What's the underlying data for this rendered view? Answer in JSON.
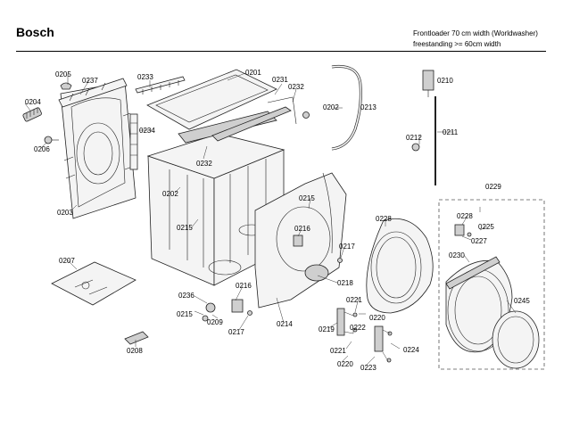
{
  "header": {
    "brand": "Bosch",
    "line1": "Frontloader 70 cm width (Worldwasher)",
    "line2": "freestanding >= 60cm width"
  },
  "labels": {
    "l0205": "0205",
    "l0237": "0237",
    "l0233": "0233",
    "l0201": "0201",
    "l0231": "0231",
    "l0232a": "0232",
    "l0202a": "0202",
    "l0213": "0213",
    "l0210": "0210",
    "l0204": "0204",
    "l0206": "0206",
    "l0234": "0234",
    "l0212": "0212",
    "l0211": "0211",
    "l0232b": "0232",
    "l0203": "0203",
    "l0202b": "0202",
    "l0215a": "0215",
    "l0215b": "0215",
    "l0216a": "0216",
    "l0229": "0229",
    "l0228a": "0228",
    "l0228b": "0228",
    "l0225": "0225",
    "l0227": "0227",
    "l0230": "0230",
    "l0217a": "0217",
    "l0207": "0207",
    "l0218": "0218",
    "l0216b": "0216",
    "l0236": "0236",
    "l0215c": "0215",
    "l0209": "0209",
    "l0221a": "0221",
    "l0220a": "0220",
    "l0245": "0245",
    "l0219": "0219",
    "l0222": "0222",
    "l0217b": "0217",
    "l0214": "0214",
    "l0208": "0208",
    "l0221b": "0221",
    "l0224": "0224",
    "l0220b": "0220",
    "l0223": "0223"
  }
}
